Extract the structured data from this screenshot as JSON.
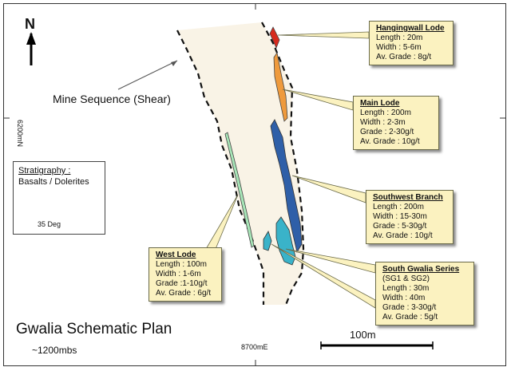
{
  "map": {
    "title": "Gwalia Schematic Plan",
    "subtitle": "~1200mbs",
    "north_label": "N",
    "easting_label": "8700mE",
    "northing_label": "6200mN",
    "shear_label": "Mine Sequence (Shear)",
    "scale_label": "100m"
  },
  "stratigraphy": {
    "heading": "Stratigraphy :",
    "rock": "Basalts / Dolerites",
    "dip": "35 Deg"
  },
  "lodes": [
    {
      "title": "Hangingwall Lode",
      "lines": [
        "Length : 20m",
        "Width : 5-6m",
        "Av. Grade : 8g/t"
      ],
      "color": "#d62a1e"
    },
    {
      "title": "Main Lode",
      "lines": [
        "Length : 200m",
        "Width : 2-3m",
        "Grade : 2-30g/t",
        "Av. Grade : 10g/t"
      ],
      "color": "#ef9a3c"
    },
    {
      "title": "Southwest Branch",
      "lines": [
        "Length : 200m",
        "Width : 15-30m",
        "Grade : 5-30g/t",
        "Av. Grade : 10g/t"
      ],
      "color": "#2f5fa8"
    },
    {
      "title": "South Gwalia Series",
      "lines": [
        "(SG1 & SG2)",
        "Length : 30m",
        "Width : 40m",
        "Grade : 3-30g/t",
        "Av. Grade : 5g/t"
      ],
      "color": "#3ab3c9"
    },
    {
      "title": "West Lode",
      "lines": [
        "Length : 100m",
        "Width : 1-6m",
        "Grade :1-10g/t",
        "Av. Grade : 6g/t"
      ],
      "color": "#a8e6b8"
    }
  ],
  "colors": {
    "shear_fill": "#f9f3e6",
    "callout_fill": "#fbf2c0"
  }
}
